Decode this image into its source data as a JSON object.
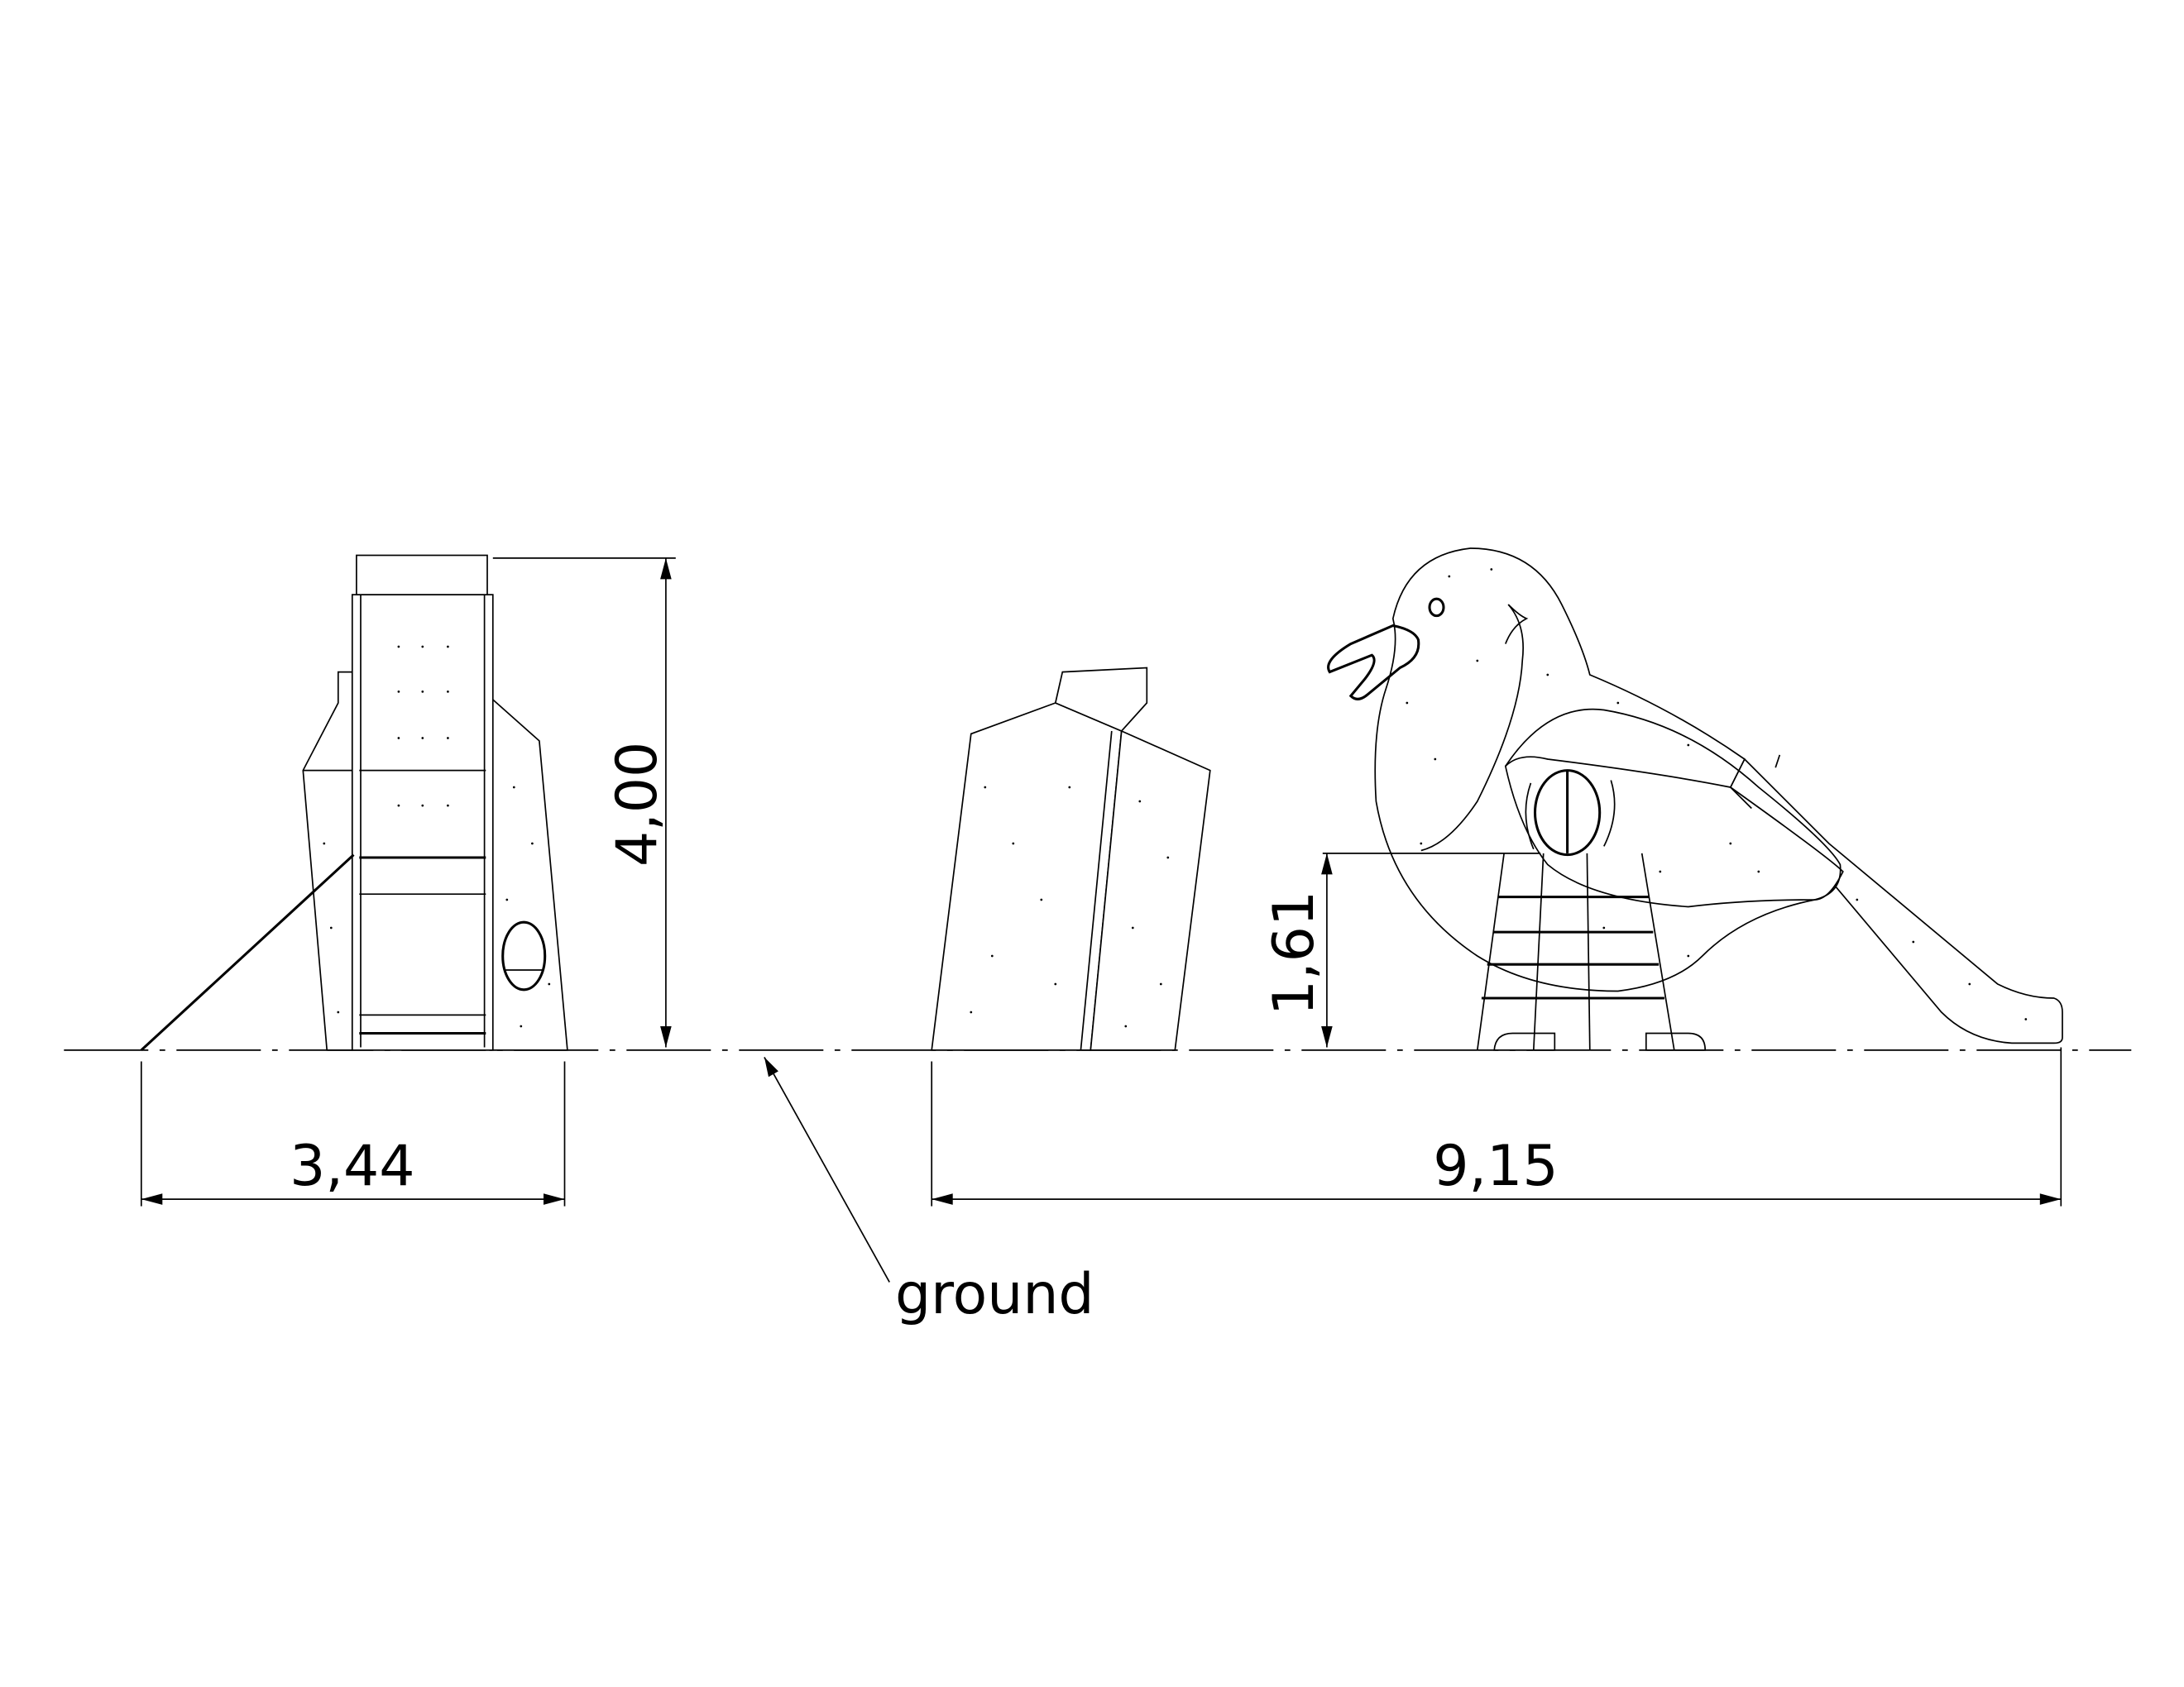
{
  "dimensions": {
    "width_left_view": "3,44",
    "height_total": "4,00",
    "length_total": "9,15",
    "platform_height": "1,61"
  },
  "labels": {
    "ground": "ground"
  }
}
